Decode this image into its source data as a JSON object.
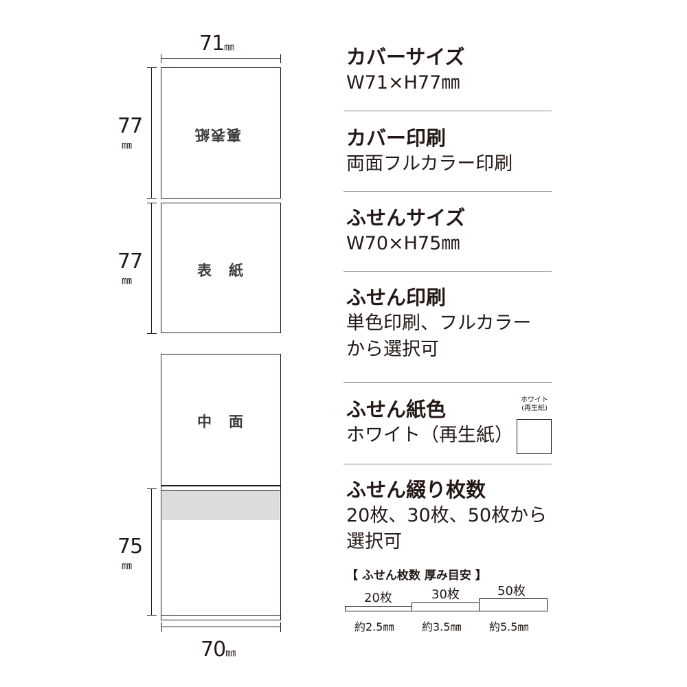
{
  "diagram": {
    "top_width": {
      "num": "71",
      "unit": "㎜"
    },
    "bottom_width": {
      "num": "70",
      "unit": "㎜"
    },
    "back_height": {
      "num": "77",
      "unit": "㎜"
    },
    "front_height": {
      "num": "77",
      "unit": "㎜"
    },
    "pad_height": {
      "num": "75",
      "unit": "㎜"
    },
    "back_label": "裏表紙",
    "front_label": "表　紙",
    "inner_label": "中　面"
  },
  "specs": [
    {
      "title": "カバーサイズ",
      "lines": [
        "W71×H77㎜"
      ]
    },
    {
      "title": "カバー印刷",
      "lines": [
        "両面フルカラー印刷"
      ]
    },
    {
      "title": "ふせんサイズ",
      "lines": [
        "W70×H75㎜"
      ]
    },
    {
      "title": "ふせん印刷",
      "lines": [
        "単色印刷、フルカラー",
        "から選択可"
      ]
    },
    {
      "title": "ふせん紙色",
      "lines": [
        "ホワイト（再生紙）"
      ]
    },
    {
      "title": "ふせん綴り枚数",
      "lines": [
        "20枚、30枚、50枚から",
        "選択可"
      ]
    }
  ],
  "swatch": {
    "line1": "ホワイト",
    "line2": "(再生紙)",
    "color": "#ffffff"
  },
  "thickness": {
    "heading": "【 ふせん枚数 厚み目安 】",
    "items": [
      {
        "count": "20枚",
        "size": "約2.5㎜"
      },
      {
        "count": "30枚",
        "size": "約3.5㎜"
      },
      {
        "count": "50枚",
        "size": "約5.5㎜"
      }
    ]
  },
  "colors": {
    "ink": "#231815",
    "separator": "#8a8a8a",
    "band": "#dcdcdc"
  }
}
